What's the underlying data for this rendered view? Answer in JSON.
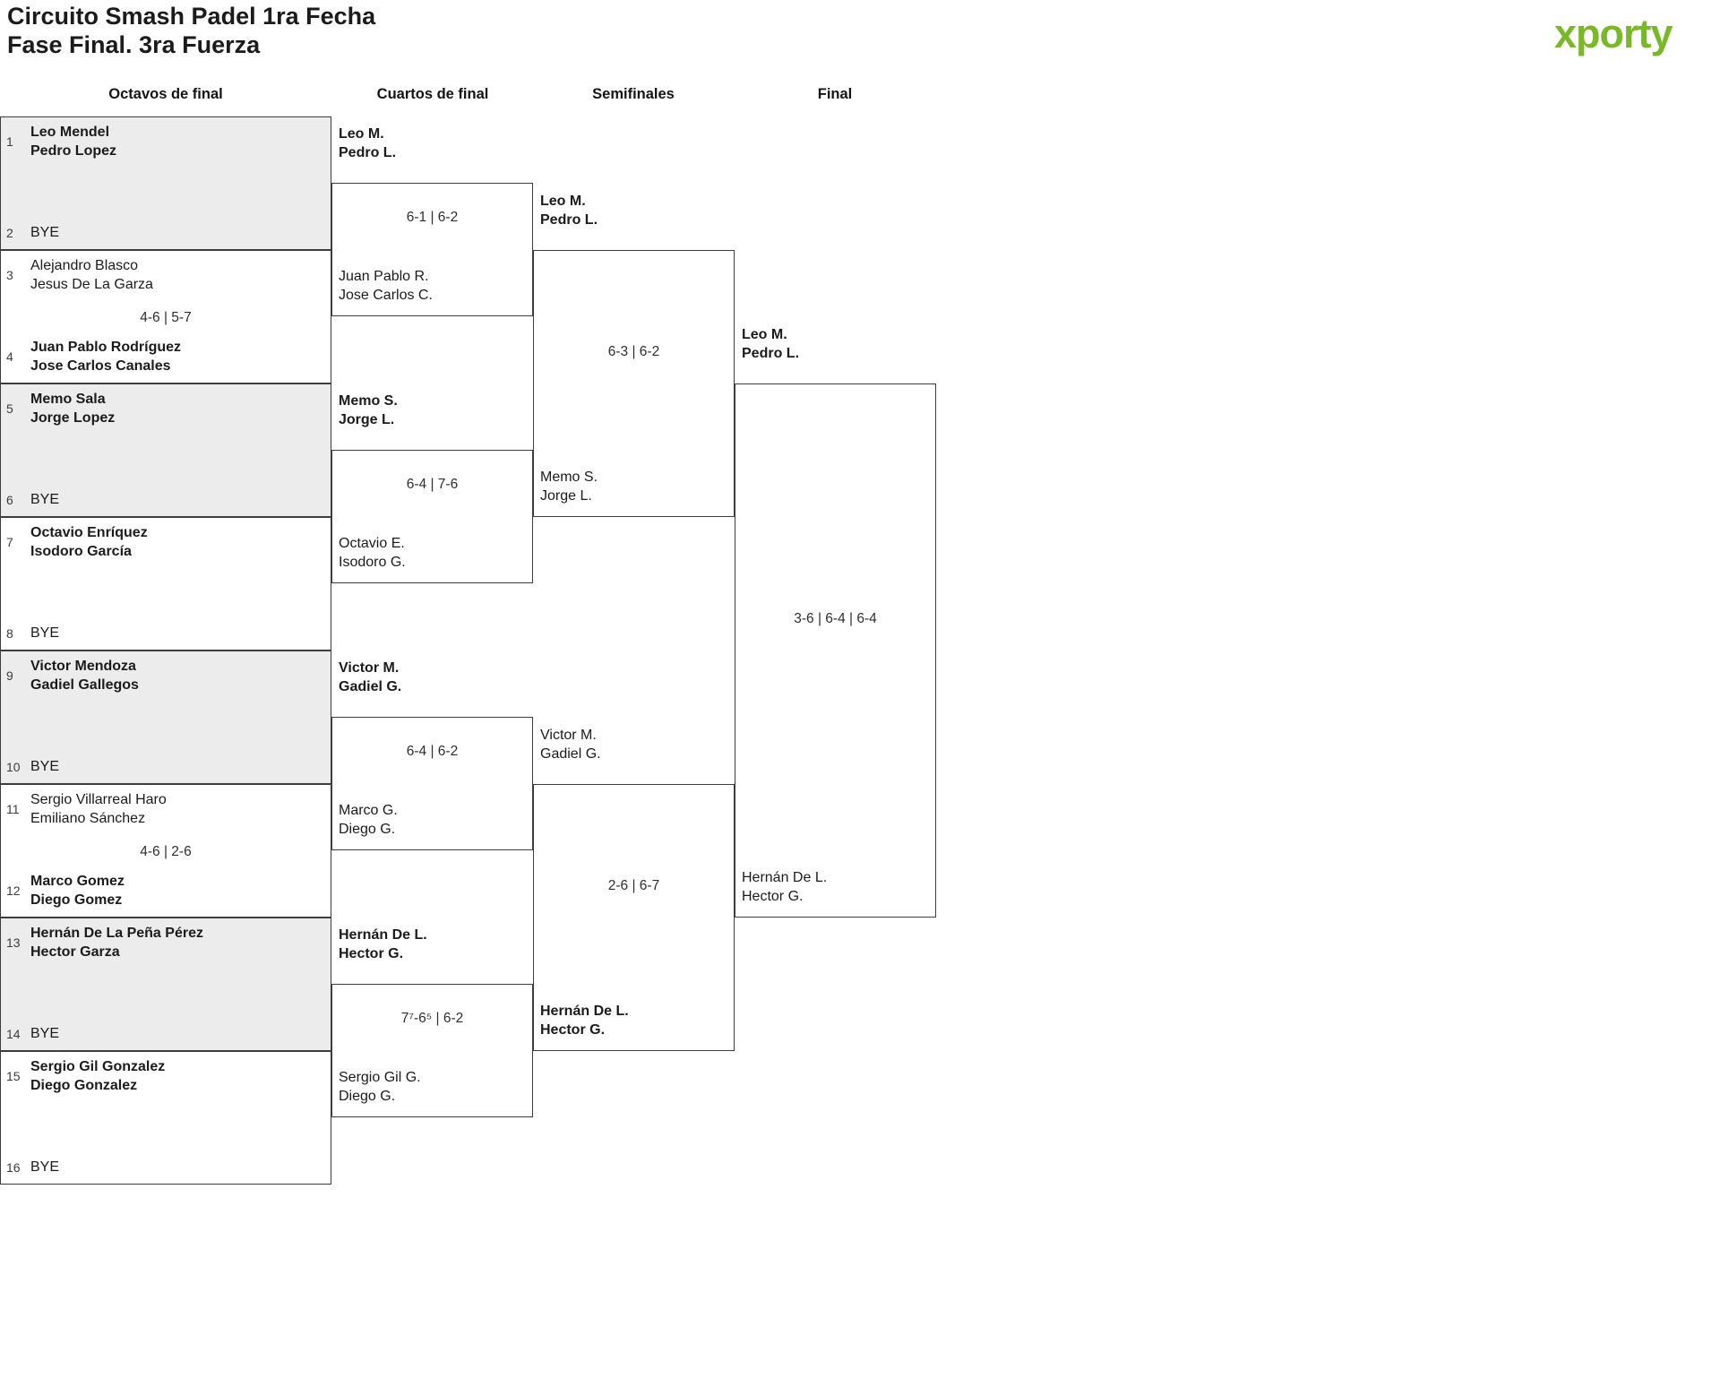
{
  "title": {
    "line1": "Circuito Smash Padel 1ra Fecha",
    "line2": "Fase Final. 3ra Fuerza"
  },
  "logo": {
    "text": "xporty",
    "green": "#79b829",
    "blue": "#2aa4dc",
    "orange": "#e8790f"
  },
  "colors": {
    "line": "#3d3d3d",
    "shaded_box": "#ececec",
    "text": "#1b1b1b"
  },
  "bracket": {
    "round_headers": [
      "Octavos de final",
      "Cuartos de final",
      "Semifinales",
      "Final"
    ],
    "octavos": [
      {
        "seed_top": "1",
        "top": [
          "Leo Mendel",
          "Pedro Lopez"
        ],
        "top_w": true,
        "seed_bottom": "2",
        "bottom": [
          "BYE"
        ],
        "bottom_w": false,
        "score": ""
      },
      {
        "seed_top": "3",
        "top": [
          "Alejandro Blasco",
          "Jesus De La Garza"
        ],
        "top_w": false,
        "seed_bottom": "4",
        "bottom": [
          "Juan Pablo Rodríguez",
          "Jose Carlos Canales"
        ],
        "bottom_w": true,
        "score": "4-6 | 5-7"
      },
      {
        "seed_top": "5",
        "top": [
          "Memo Sala",
          "Jorge Lopez"
        ],
        "top_w": true,
        "seed_bottom": "6",
        "bottom": [
          "BYE"
        ],
        "bottom_w": false,
        "score": ""
      },
      {
        "seed_top": "7",
        "top": [
          "Octavio Enríquez",
          "Isodoro García"
        ],
        "top_w": true,
        "seed_bottom": "8",
        "bottom": [
          "BYE"
        ],
        "bottom_w": false,
        "score": ""
      },
      {
        "seed_top": "9",
        "top": [
          "Victor Mendoza",
          "Gadiel Gallegos"
        ],
        "top_w": true,
        "seed_bottom": "10",
        "bottom": [
          "BYE"
        ],
        "bottom_w": false,
        "score": ""
      },
      {
        "seed_top": "11",
        "top": [
          "Sergio Villarreal Haro",
          "Emiliano Sánchez"
        ],
        "top_w": false,
        "seed_bottom": "12",
        "bottom": [
          "Marco Gomez",
          "Diego Gomez"
        ],
        "bottom_w": true,
        "score": "4-6 | 2-6"
      },
      {
        "seed_top": "13",
        "top": [
          "Hernán De La Peña Pérez",
          "Hector Garza"
        ],
        "top_w": true,
        "seed_bottom": "14",
        "bottom": [
          "BYE"
        ],
        "bottom_w": false,
        "score": ""
      },
      {
        "seed_top": "15",
        "top": [
          "Sergio Gil Gonzalez",
          "Diego Gonzalez"
        ],
        "top_w": true,
        "seed_bottom": "16",
        "bottom": [
          "BYE"
        ],
        "bottom_w": false,
        "score": ""
      }
    ],
    "cuartos": [
      {
        "entrant": [
          "Leo M.",
          "Pedro L."
        ],
        "entrant_w": true,
        "score": "6-1 | 6-2",
        "bottom": [
          "Juan Pablo R.",
          "Jose Carlos C."
        ],
        "bottom_w": false
      },
      {
        "entrant": [
          "Memo S.",
          "Jorge L."
        ],
        "entrant_w": true,
        "score": "6-4 | 7-6",
        "bottom": [
          "Octavio E.",
          "Isodoro G."
        ],
        "bottom_w": false
      },
      {
        "entrant": [
          "Victor M.",
          "Gadiel G."
        ],
        "entrant_w": true,
        "score": "6-4 | 6-2",
        "bottom": [
          "Marco G.",
          "Diego G."
        ],
        "bottom_w": false
      },
      {
        "entrant": [
          "Hernán De L.",
          "Hector G."
        ],
        "entrant_w": true,
        "score": "7⁷-6⁵ | 6-2",
        "bottom": [
          "Sergio Gil G.",
          "Diego G."
        ],
        "bottom_w": false
      }
    ],
    "semifinales": [
      {
        "entrant": [
          "Leo M.",
          "Pedro L."
        ],
        "entrant_w": true,
        "score": "6-3 | 6-2",
        "bottom": [
          "Memo S.",
          "Jorge L."
        ],
        "bottom_w": false
      },
      {
        "entrant": [
          "Victor M.",
          "Gadiel G."
        ],
        "entrant_w": false,
        "score": "2-6 | 6-7",
        "bottom": [
          "Hernán De L.",
          "Hector G."
        ],
        "bottom_w": true
      }
    ],
    "final": {
      "entrant": [
        "Leo M.",
        "Pedro L."
      ],
      "entrant_w": true,
      "score": "3-6 | 6-4 | 6-4",
      "bottom": [
        "Hernán De L.",
        "Hector G."
      ],
      "bottom_w": false
    }
  }
}
